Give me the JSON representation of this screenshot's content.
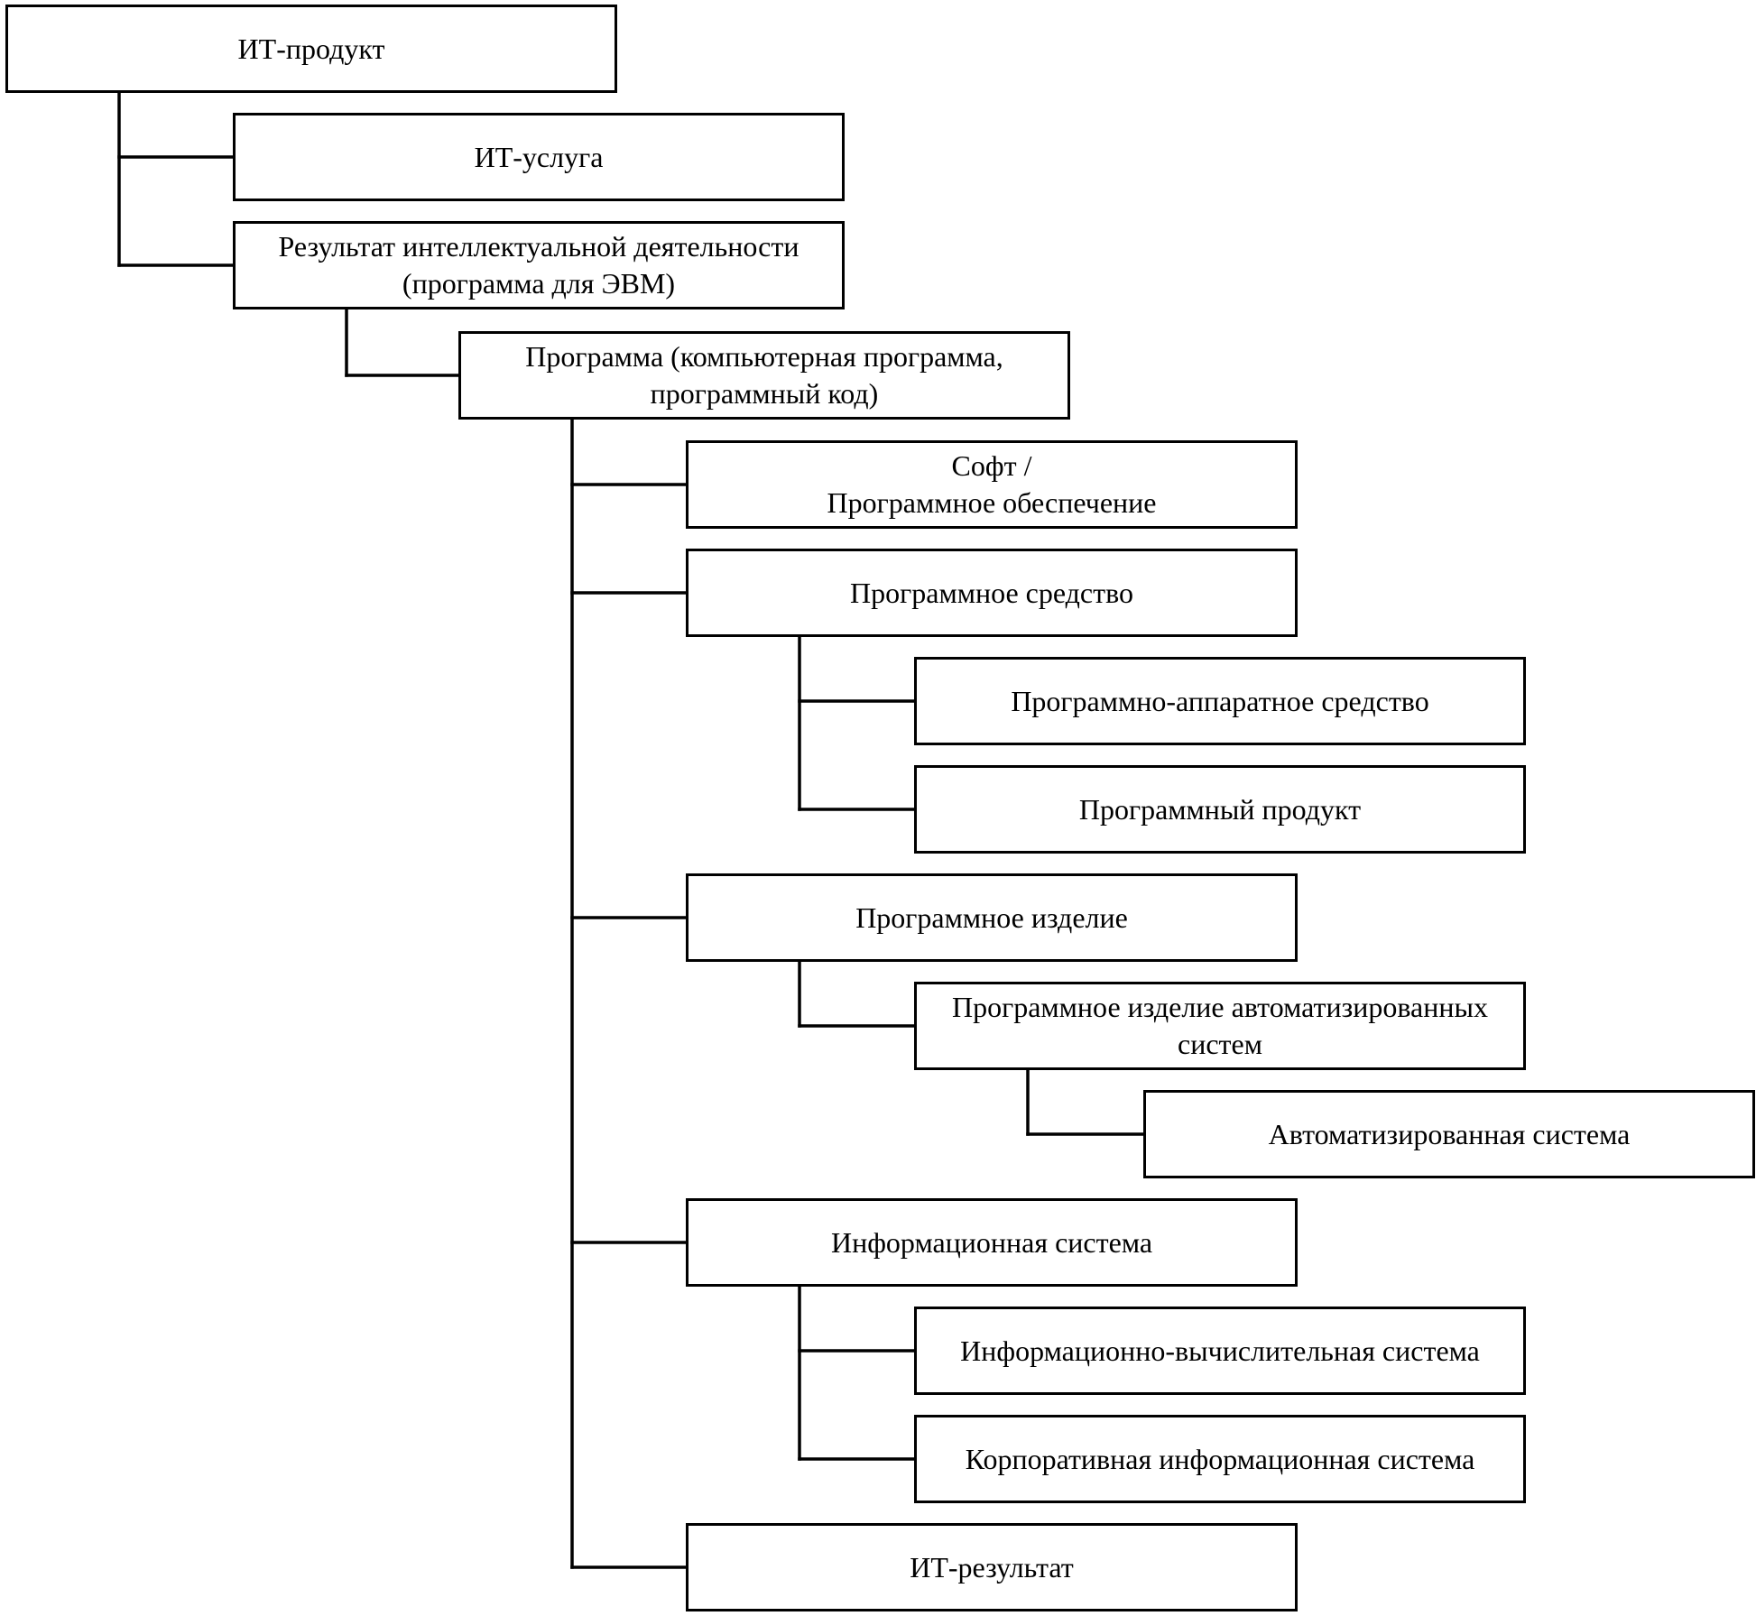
{
  "nodes": [
    {
      "id": "it-product",
      "label": "ИТ-продукт"
    },
    {
      "id": "it-service",
      "label": "ИТ-услуга"
    },
    {
      "id": "ip-result",
      "label": "Результат интеллектуальной деятельности\n(программа для ЭВМ)"
    },
    {
      "id": "program",
      "label": "Программа (компьютерная программа,\nпрограммный код)"
    },
    {
      "id": "software",
      "label": "Софт /\nПрограммное обеспечение"
    },
    {
      "id": "software-tool",
      "label": "Программное средство"
    },
    {
      "id": "firmware-tool",
      "label": "Программно-аппаратное средство"
    },
    {
      "id": "software-product",
      "label": "Программный продукт"
    },
    {
      "id": "software-item",
      "label": "Программное изделие"
    },
    {
      "id": "automated-systems-item",
      "label": "Программное изделие автоматизированных\nсистем"
    },
    {
      "id": "automated-system",
      "label": "Автоматизированная система"
    },
    {
      "id": "information-system",
      "label": "Информационная система"
    },
    {
      "id": "computing-system",
      "label": "Информационно-вычислительная система"
    },
    {
      "id": "corporate-system",
      "label": "Корпоративная информационная система"
    },
    {
      "id": "it-result",
      "label": "ИТ-результат"
    }
  ],
  "edges": [
    {
      "from": "it-product",
      "to": "it-service"
    },
    {
      "from": "it-product",
      "to": "ip-result"
    },
    {
      "from": "ip-result",
      "to": "program"
    },
    {
      "from": "program",
      "to": "software"
    },
    {
      "from": "program",
      "to": "software-tool"
    },
    {
      "from": "program",
      "to": "software-item"
    },
    {
      "from": "program",
      "to": "information-system"
    },
    {
      "from": "program",
      "to": "it-result"
    },
    {
      "from": "software-tool",
      "to": "firmware-tool"
    },
    {
      "from": "software-tool",
      "to": "software-product"
    },
    {
      "from": "software-item",
      "to": "automated-systems-item"
    },
    {
      "from": "automated-systems-item",
      "to": "automated-system"
    },
    {
      "from": "information-system",
      "to": "computing-system"
    },
    {
      "from": "information-system",
      "to": "corporate-system"
    }
  ]
}
